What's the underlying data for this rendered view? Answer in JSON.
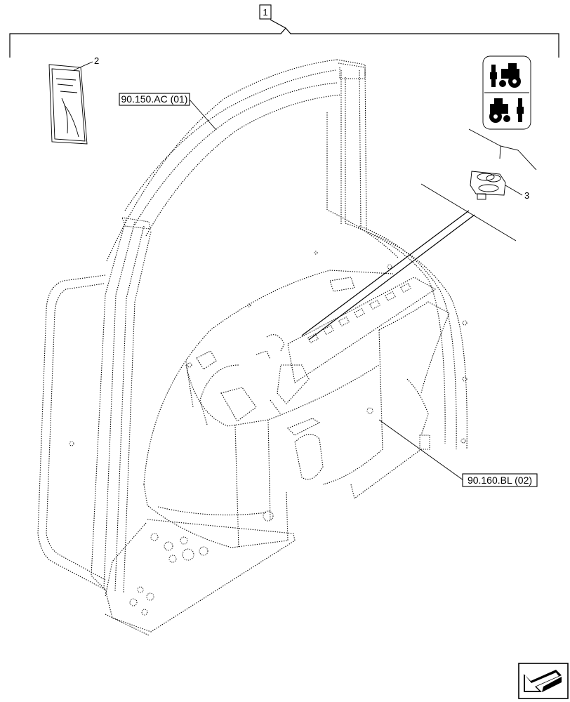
{
  "callouts": {
    "assembly_number": "1",
    "manual_number": "2",
    "switch_number": "3",
    "ref_roof_frame": "90.150.AC (01)",
    "ref_dashboard": "90.160.BL (02)"
  },
  "icons": {
    "manual": "operator-manual-icon",
    "decal": "tractor-lift-decal-icon",
    "switch": "rocker-switch-icon",
    "navigation": "next-page-arrow-icon"
  },
  "colors": {
    "line": "#000000",
    "background": "#ffffff"
  }
}
